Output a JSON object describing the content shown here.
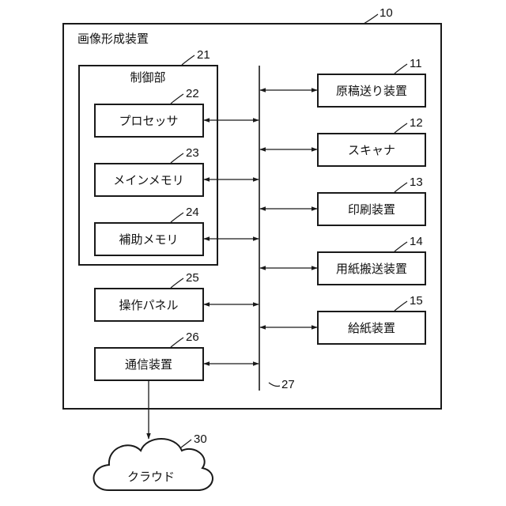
{
  "device": {
    "ref": "10",
    "label": "画像形成装置"
  },
  "controller": {
    "ref": "21",
    "label": "制御部",
    "children": [
      {
        "ref": "22",
        "label": "プロセッサ"
      },
      {
        "ref": "23",
        "label": "メインメモリ"
      },
      {
        "ref": "24",
        "label": "補助メモリ"
      }
    ]
  },
  "left_units": [
    {
      "ref": "25",
      "label": "操作パネル"
    },
    {
      "ref": "26",
      "label": "通信装置"
    }
  ],
  "right_units": [
    {
      "ref": "11",
      "label": "原稿送り装置"
    },
    {
      "ref": "12",
      "label": "スキャナ"
    },
    {
      "ref": "13",
      "label": "印刷装置"
    },
    {
      "ref": "14",
      "label": "用紙搬送装置"
    },
    {
      "ref": "15",
      "label": "給紙装置"
    }
  ],
  "bus": {
    "ref": "27"
  },
  "cloud": {
    "ref": "30",
    "label": "クラウド"
  }
}
